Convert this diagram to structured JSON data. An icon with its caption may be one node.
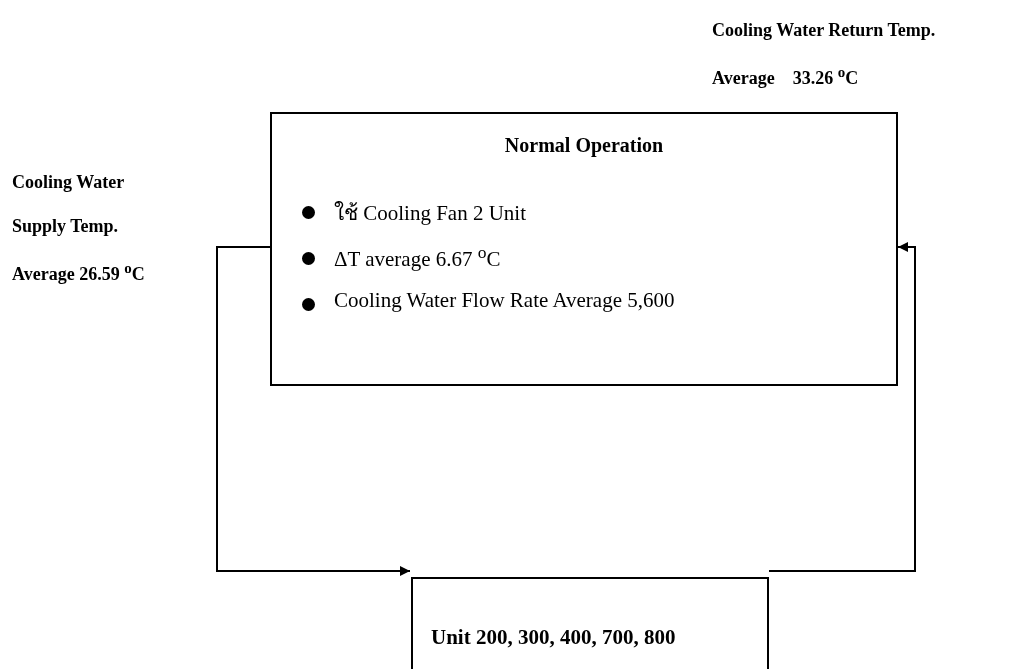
{
  "diagram": {
    "nodes": [
      {
        "text": [
          "Normal Operation",
          "ใช้ Cooling Fan 2 Unit",
          "ΔT average 6.67 $^{o}$C",
          "Cooling Water Flow Rate Average 5,600"
        ]
      },
      {
        "text": [
          "Unit 200, 300, 400, 700, 800"
        ]
      }
    ],
    "edges": [
      {
        "from": 0,
        "to": 1,
        "arrow": "to"
      },
      {
        "from": 1,
        "to": 0,
        "arrow": "to"
      }
    ],
    "labels": [
      "Cooling Water Return Temp.",
      "Average    33.26 $^{o}$C",
      "Cooling Water",
      "Supply Temp.",
      "Average 26.59 $^{o}$C"
    ]
  }
}
